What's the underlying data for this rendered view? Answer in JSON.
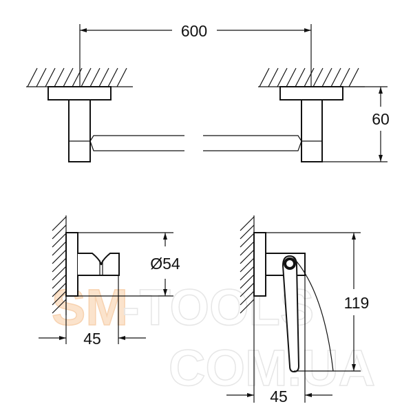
{
  "watermark": {
    "line1_brand": "SM",
    "line1_rest": "-TOOLS",
    "line2": "COM.UA",
    "brand_color": "#f7c9a0"
  },
  "towel_bar": {
    "width_label": "600",
    "depth_label": "60"
  },
  "robe_hook": {
    "diameter_label": "Ø54",
    "depth_label": "45"
  },
  "paper_holder": {
    "height_label": "119",
    "depth_label": "45"
  }
}
